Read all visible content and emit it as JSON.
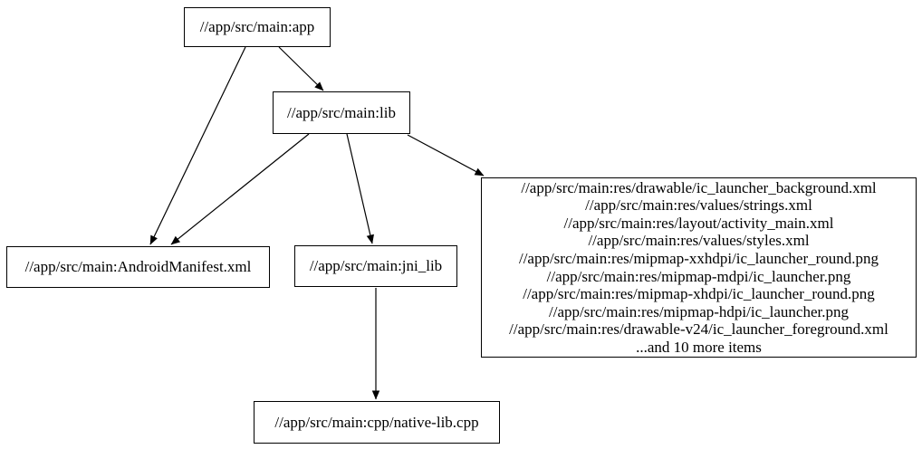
{
  "diagram": {
    "type": "dependency-graph",
    "background_color": "#ffffff",
    "node_border_color": "#000000",
    "text_color": "#000000",
    "edge_color": "#000000",
    "nodes": [
      {
        "id": "app",
        "label": "//app/src/main:app"
      },
      {
        "id": "lib",
        "label": "//app/src/main:lib"
      },
      {
        "id": "android-manifest",
        "label": "//app/src/main:AndroidManifest.xml"
      },
      {
        "id": "jni-lib",
        "label": "//app/src/main:jni_lib"
      },
      {
        "id": "res-group",
        "lines": [
          "//app/src/main:res/drawable/ic_launcher_background.xml",
          "//app/src/main:res/values/strings.xml",
          "//app/src/main:res/layout/activity_main.xml",
          "//app/src/main:res/values/styles.xml",
          "//app/src/main:res/mipmap-xxhdpi/ic_launcher_round.png",
          "//app/src/main:res/mipmap-mdpi/ic_launcher.png",
          "//app/src/main:res/mipmap-xhdpi/ic_launcher_round.png",
          "//app/src/main:res/mipmap-hdpi/ic_launcher.png",
          "//app/src/main:res/drawable-v24/ic_launcher_foreground.xml",
          "...and 10 more items"
        ]
      },
      {
        "id": "native-lib-cpp",
        "label": "//app/src/main:cpp/native-lib.cpp"
      }
    ],
    "edges": [
      {
        "from": "app",
        "to": "lib"
      },
      {
        "from": "app",
        "to": "android-manifest"
      },
      {
        "from": "lib",
        "to": "android-manifest"
      },
      {
        "from": "lib",
        "to": "jni-lib"
      },
      {
        "from": "lib",
        "to": "res-group"
      },
      {
        "from": "jni-lib",
        "to": "native-lib-cpp"
      }
    ]
  }
}
